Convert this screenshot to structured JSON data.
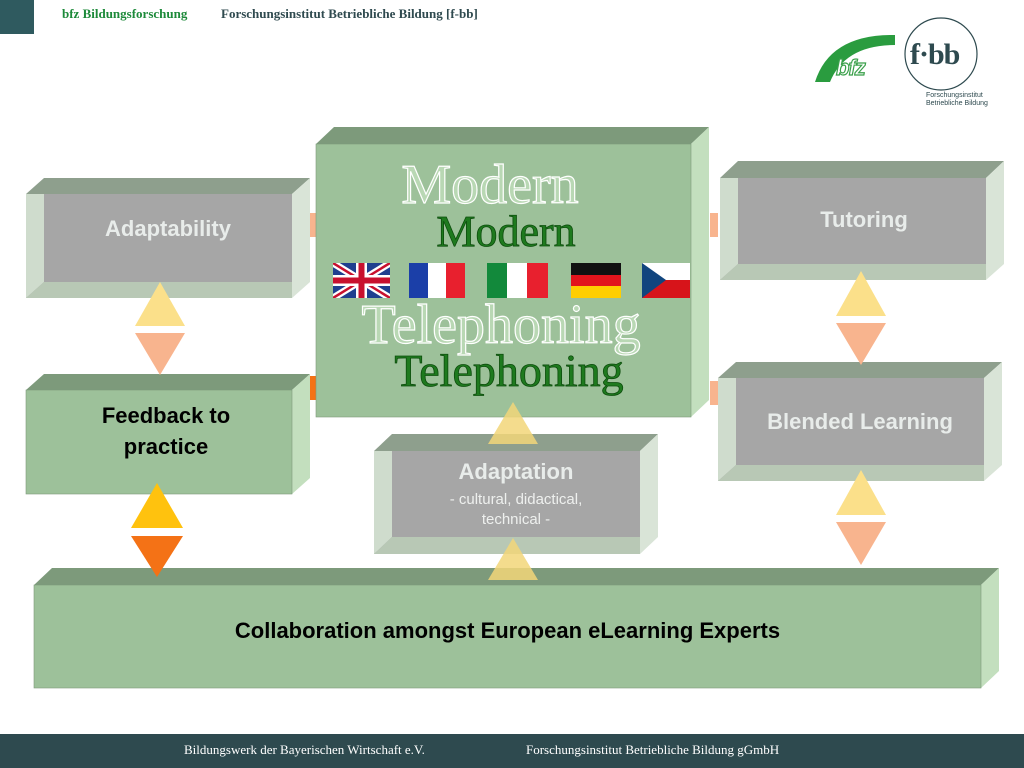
{
  "header": {
    "brand": "bfz Bildungsforschung",
    "institute": "Forschungsinstitut Betriebliche Bildung [f-bb]"
  },
  "logos": {
    "bfz_text": "bfz",
    "fbb_text": "f·bb",
    "fbb_subtitle": [
      "Forschungsinstitut",
      "Betriebliche Bildung"
    ]
  },
  "center": {
    "title_line1": "Modern",
    "title_line2": "Telephoning",
    "flags": [
      "uk-flag",
      "france-flag",
      "italy-flag",
      "germany-flag",
      "czech-flag"
    ]
  },
  "boxes": {
    "adaptability": "Adaptability",
    "feedback": [
      "Feedback to",
      "practice"
    ],
    "tutoring": "Tutoring",
    "blended": "Blended Learning",
    "adaptation_title": "Adaptation",
    "adaptation_sub": [
      "- cultural, didactical,",
      "technical -"
    ],
    "collaboration": "Collaboration amongst European eLearning Experts"
  },
  "footer": {
    "left": "Bildungswerk der Bayerischen Wirtschaft e.V.",
    "right": "Forschungsinstitut Betriebliche Bildung gGmbH"
  },
  "colors": {
    "green_box": "#9dc19a",
    "grey_box": "#a6a6a6",
    "footer": "#2e4a4f",
    "brand_green": "#1d8a3a",
    "arrow_light_up": "#fbe08a",
    "arrow_light_down": "#f8b48e",
    "arrow_strong_up": "#ffc20e",
    "arrow_strong_down": "#f47216"
  }
}
